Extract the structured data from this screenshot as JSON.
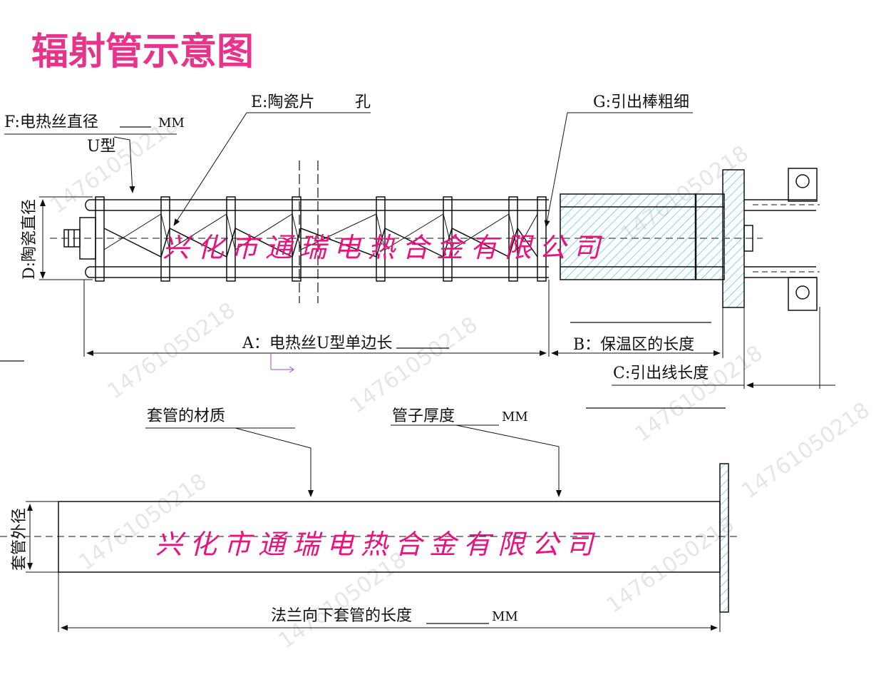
{
  "title": "辐射管示意图",
  "company": "兴化市通瑞电热合金有限公司",
  "watermark": "14761050218",
  "colors": {
    "title": "#e8338a",
    "company": "#e8137e",
    "hatch": "#3fc0d8",
    "line": "#111111",
    "watermark": "#e6e6e6"
  },
  "heater": {
    "label_f": "F:电热丝直径",
    "label_f_unit": "MM",
    "label_u": "U型",
    "label_e": "E:陶瓷片",
    "label_e_hole": "孔",
    "label_g": "G:引出棒粗细",
    "label_d": "D:陶瓷直径",
    "label_a": "A：电热丝U型单边长",
    "label_b": "B：保温区的长度",
    "label_c": "C:引出线长度"
  },
  "sleeve": {
    "label_material": "套管的材质",
    "label_thickness": "管子厚度",
    "label_thickness_unit": "MM",
    "label_od": "套管外径",
    "label_length": "法兰向下套管的长度",
    "label_length_unit": "MM"
  }
}
